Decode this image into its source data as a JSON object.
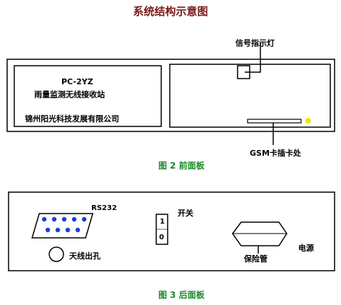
{
  "title": "系统结构示意图",
  "front_panel": {
    "model": "PC-2YZ",
    "device_name": "雨量监测无线接收站",
    "company": "锦州阳光科技发展有限公司",
    "signal_light_label": "信号指示灯",
    "sim_slot_label": "GSM卡插卡处",
    "indicator_color": "#f2e40a",
    "caption": "图 2 前面板"
  },
  "back_panel": {
    "rs232_label": "RS232",
    "switch_label": "开关",
    "switch_on_mark": "1",
    "switch_off_mark": "0",
    "antenna_label": "天线出孔",
    "fuse_label": "保险管",
    "power_label": "电源",
    "connector_pin_color": "#1d3fd6",
    "caption": "图 3 后面板"
  }
}
